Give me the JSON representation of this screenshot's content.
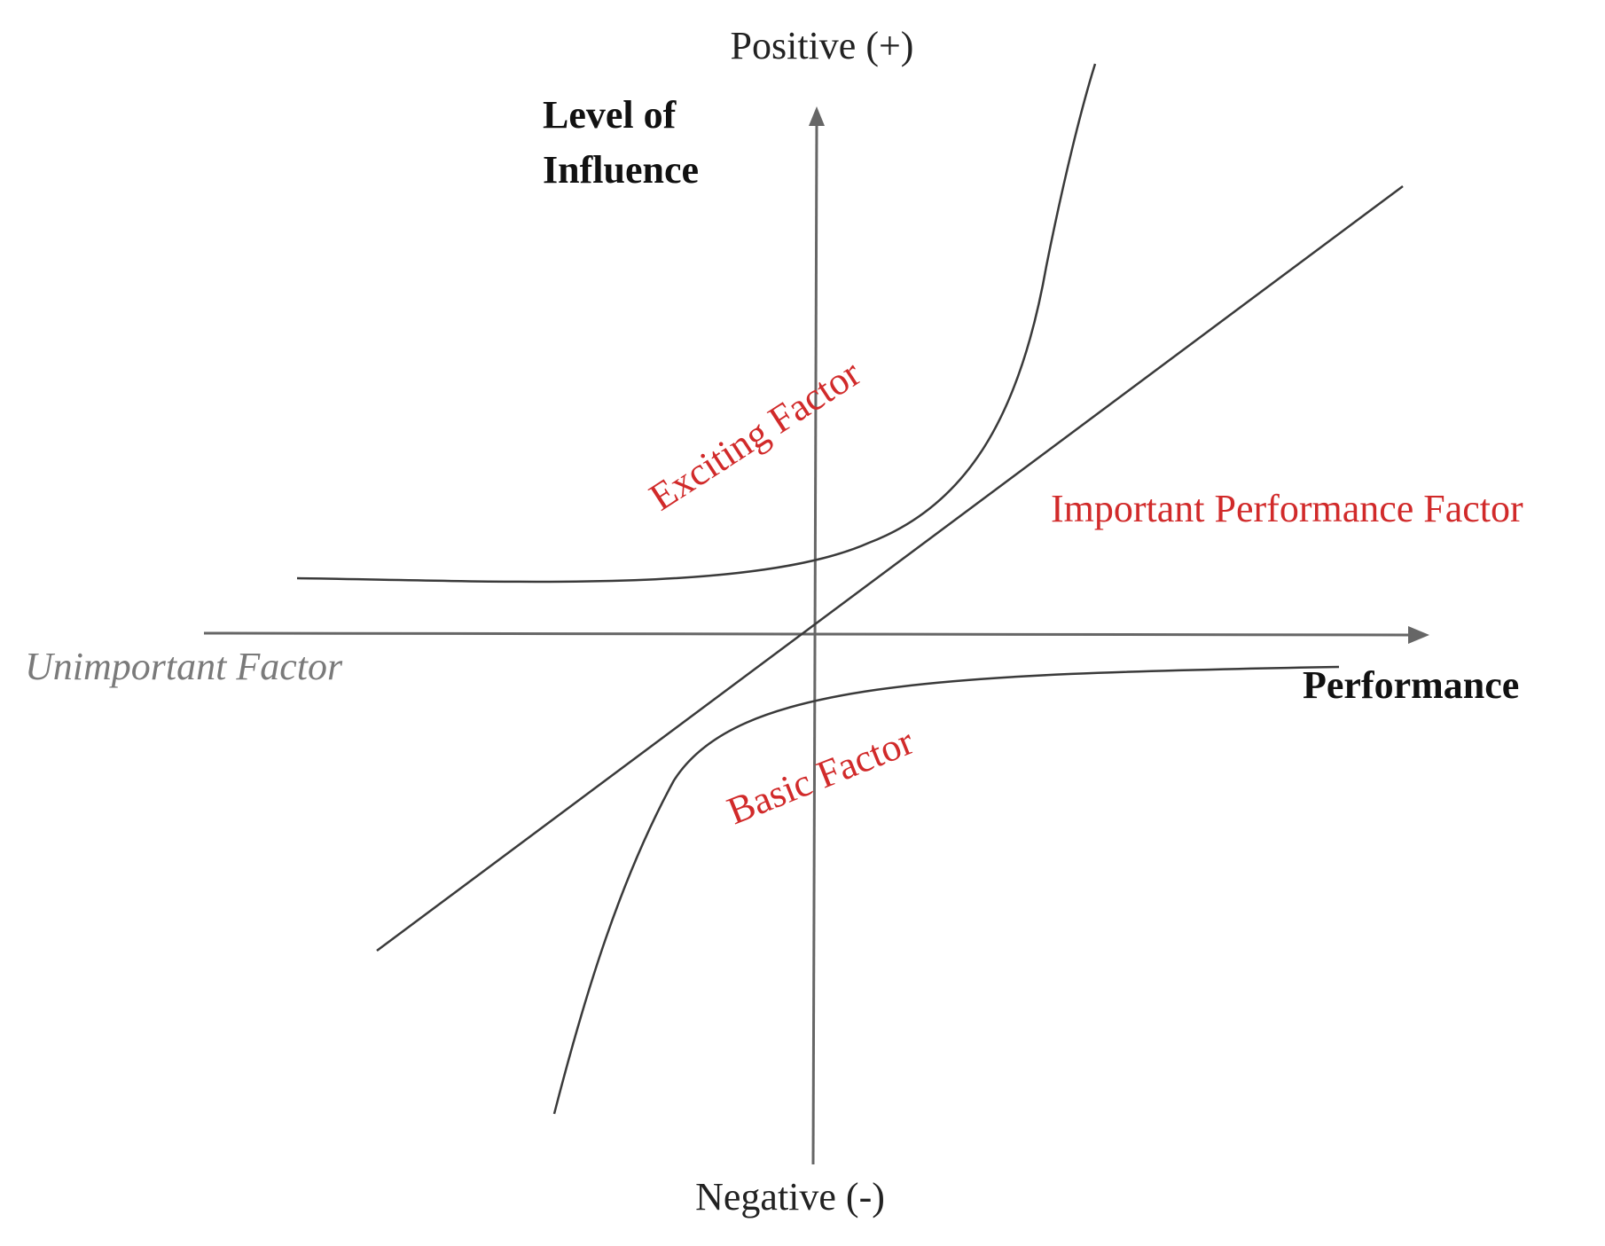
{
  "axes": {
    "y_top_label": "Positive (+)",
    "y_bottom_label": "Negative (-)",
    "y_title_line1": "Level of",
    "y_title_line2": "Influence",
    "x_title": "Performance"
  },
  "regions": {
    "exciting": "Exciting Factor",
    "important": "Important Performance Factor",
    "basic": "Basic Factor",
    "unimportant": "Unimportant Factor"
  },
  "colors": {
    "region_label": "#d12a2a",
    "unimportant_label": "#7a7a7a",
    "axis": "#666666",
    "curve": "#3a3a3a"
  }
}
